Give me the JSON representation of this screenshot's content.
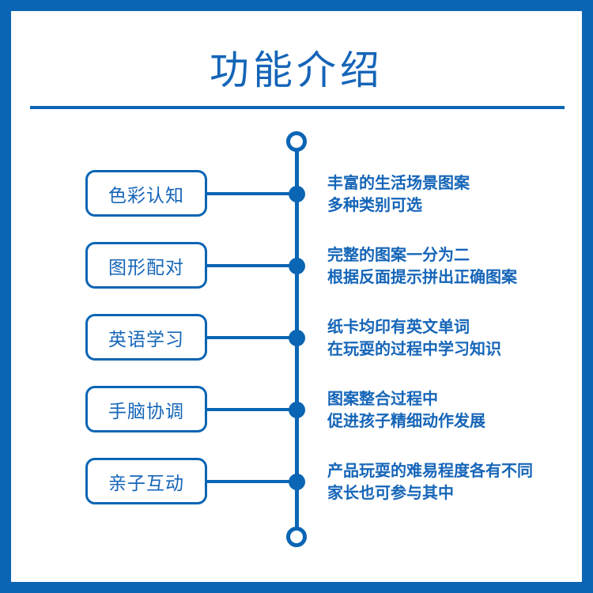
{
  "theme": {
    "frame_color": "#0a65b4",
    "accent_color": "#0a65b4",
    "text_color": "#1565b8",
    "background": "#ffffff"
  },
  "header": {
    "title": "功能介绍"
  },
  "timeline": {
    "top_endcap": "hollow-circle",
    "bottom_endcap": "hollow-circle",
    "items": [
      {
        "chip": "色彩认知",
        "desc_lines": [
          "丰富的生活场景图案",
          "多种类别可选"
        ]
      },
      {
        "chip": "图形配对",
        "desc_lines": [
          "完整的图案一分为二",
          "根据反面提示拼出正确图案"
        ]
      },
      {
        "chip": "英语学习",
        "desc_lines": [
          "纸卡均印有英文单词",
          "在玩耍的过程中学习知识"
        ]
      },
      {
        "chip": "手脑协调",
        "desc_lines": [
          "图案整合过程中",
          "促进孩子精细动作发展"
        ]
      },
      {
        "chip": "亲子互动",
        "desc_lines": [
          "产品玩耍的难易程度各有不同",
          "家长也可参与其中"
        ]
      }
    ]
  }
}
